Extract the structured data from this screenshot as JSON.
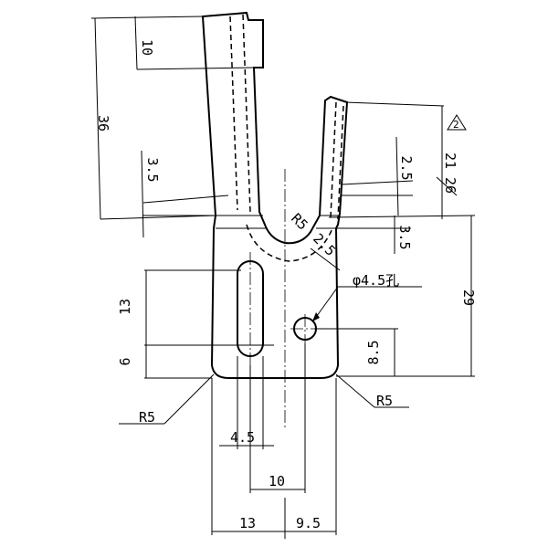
{
  "dims": {
    "d10_top": "10",
    "d36": "36",
    "d3_5_left": "3.5",
    "d2_5_right": "2.5",
    "d21": "21",
    "d26": "26",
    "d3_5_right": "3.5",
    "d29": "29",
    "r5_center": "R5",
    "d2_5_center": "2.5",
    "hole": "φ4.5孔",
    "d13_left": "13",
    "d6_left": "6",
    "d8_5": "8.5",
    "r5_left": "R5",
    "r5_right": "R5",
    "d4_5": "4.5",
    "d10_bottom": "10",
    "d13_bottom": "13",
    "d9_5_bottom": "9.5",
    "rev_mark": "2"
  }
}
